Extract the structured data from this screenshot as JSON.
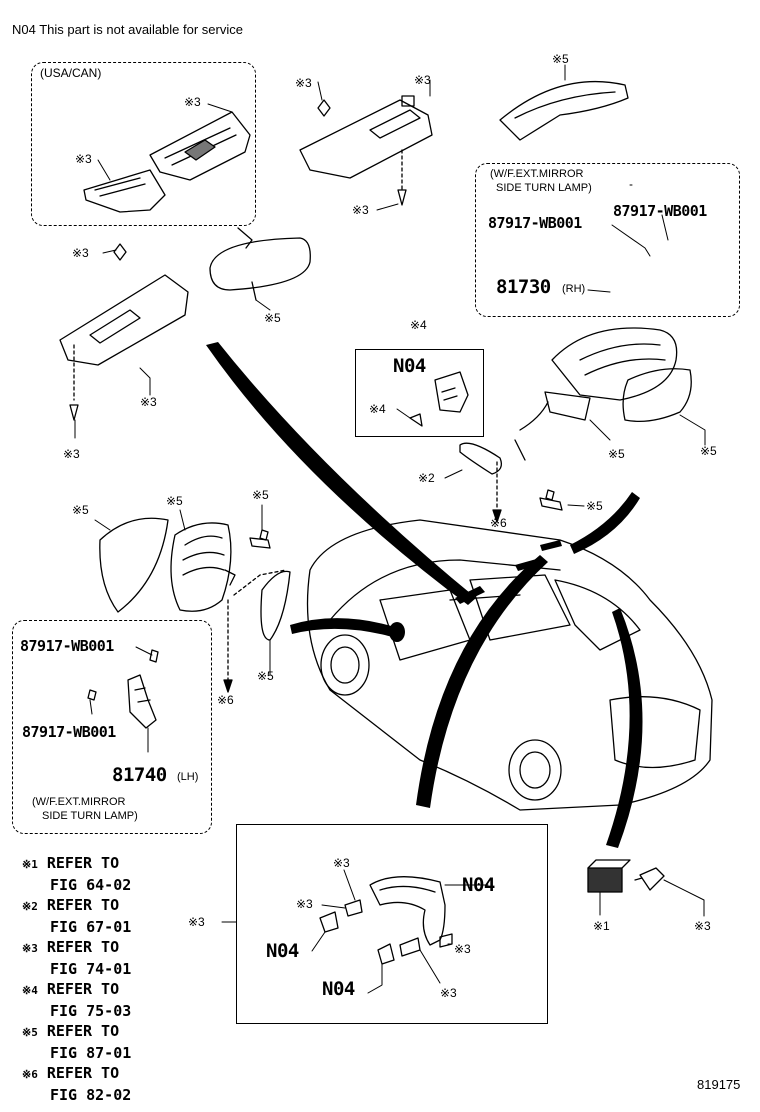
{
  "header_note": "N04 This part is not available for service",
  "figure_code": "819175",
  "boxes": {
    "usa_can": "(USA/CAN)",
    "rh_condition_line1": "(W/F.EXT.MIRROR",
    "rh_condition_line2": "SIDE TURN LAMP)",
    "lh_condition_line1": "(W/F.EXT.MIRROR",
    "lh_condition_line2": "SIDE TURN LAMP)"
  },
  "part_numbers": {
    "screw_rh_1": "87917-WB001",
    "screw_rh_2": "87917-WB001",
    "lamp_rh": "81730",
    "lamp_rh_side": "(RH)",
    "screw_lh_1": "87917-WB001",
    "screw_lh_2": "87917-WB001",
    "lamp_lh": "81740",
    "lamp_lh_side": "(LH)",
    "n04_visor": "N04",
    "n04_grip": "N04",
    "n04_cap_1": "N04",
    "n04_cap_2": "N04"
  },
  "callouts": {
    "c_usa_left": "※3",
    "c_usa_right": "※3",
    "c_clip_top": "※3",
    "c_visor_top": "※3",
    "c_screw_top": "※3",
    "c_mirror_cover_top": "※5",
    "c_clip_left": "※3",
    "c_inner_mirror": "※5",
    "c_visor_left": "※3",
    "c_screw_left": "※3",
    "c_n04_box": "※4",
    "c_n04_screw": "※4",
    "c_handle": "※2",
    "c_arrow_6_right": "※6",
    "c_bolt_right": "※5",
    "c_mirror_body": "※5",
    "c_mirror_glass": "※5",
    "c_left_cover": "※5",
    "c_left_mirror": "※5",
    "c_left_bolt": "※5",
    "c_left_glass": "※5",
    "c_arrow_6_left": "※6",
    "c_grip_box": "※3",
    "c_grip_clip_1": "※3",
    "c_grip_clip_2": "※3",
    "c_grip_right_1": "※3",
    "c_grip_right_2": "※3",
    "c_switch": "※1",
    "c_switch_bulb": "※3"
  },
  "references": [
    {
      "mark": "※1",
      "refer": "REFER TO",
      "fig": "FIG 64-02"
    },
    {
      "mark": "※2",
      "refer": "REFER TO",
      "fig": "FIG 67-01"
    },
    {
      "mark": "※3",
      "refer": "REFER TO",
      "fig": "FIG 74-01"
    },
    {
      "mark": "※4",
      "refer": "REFER TO",
      "fig": "FIG 75-03"
    },
    {
      "mark": "※5",
      "refer": "REFER TO",
      "fig": "FIG 87-01"
    },
    {
      "mark": "※6",
      "refer": "REFER TO",
      "fig": "FIG 82-02"
    }
  ]
}
